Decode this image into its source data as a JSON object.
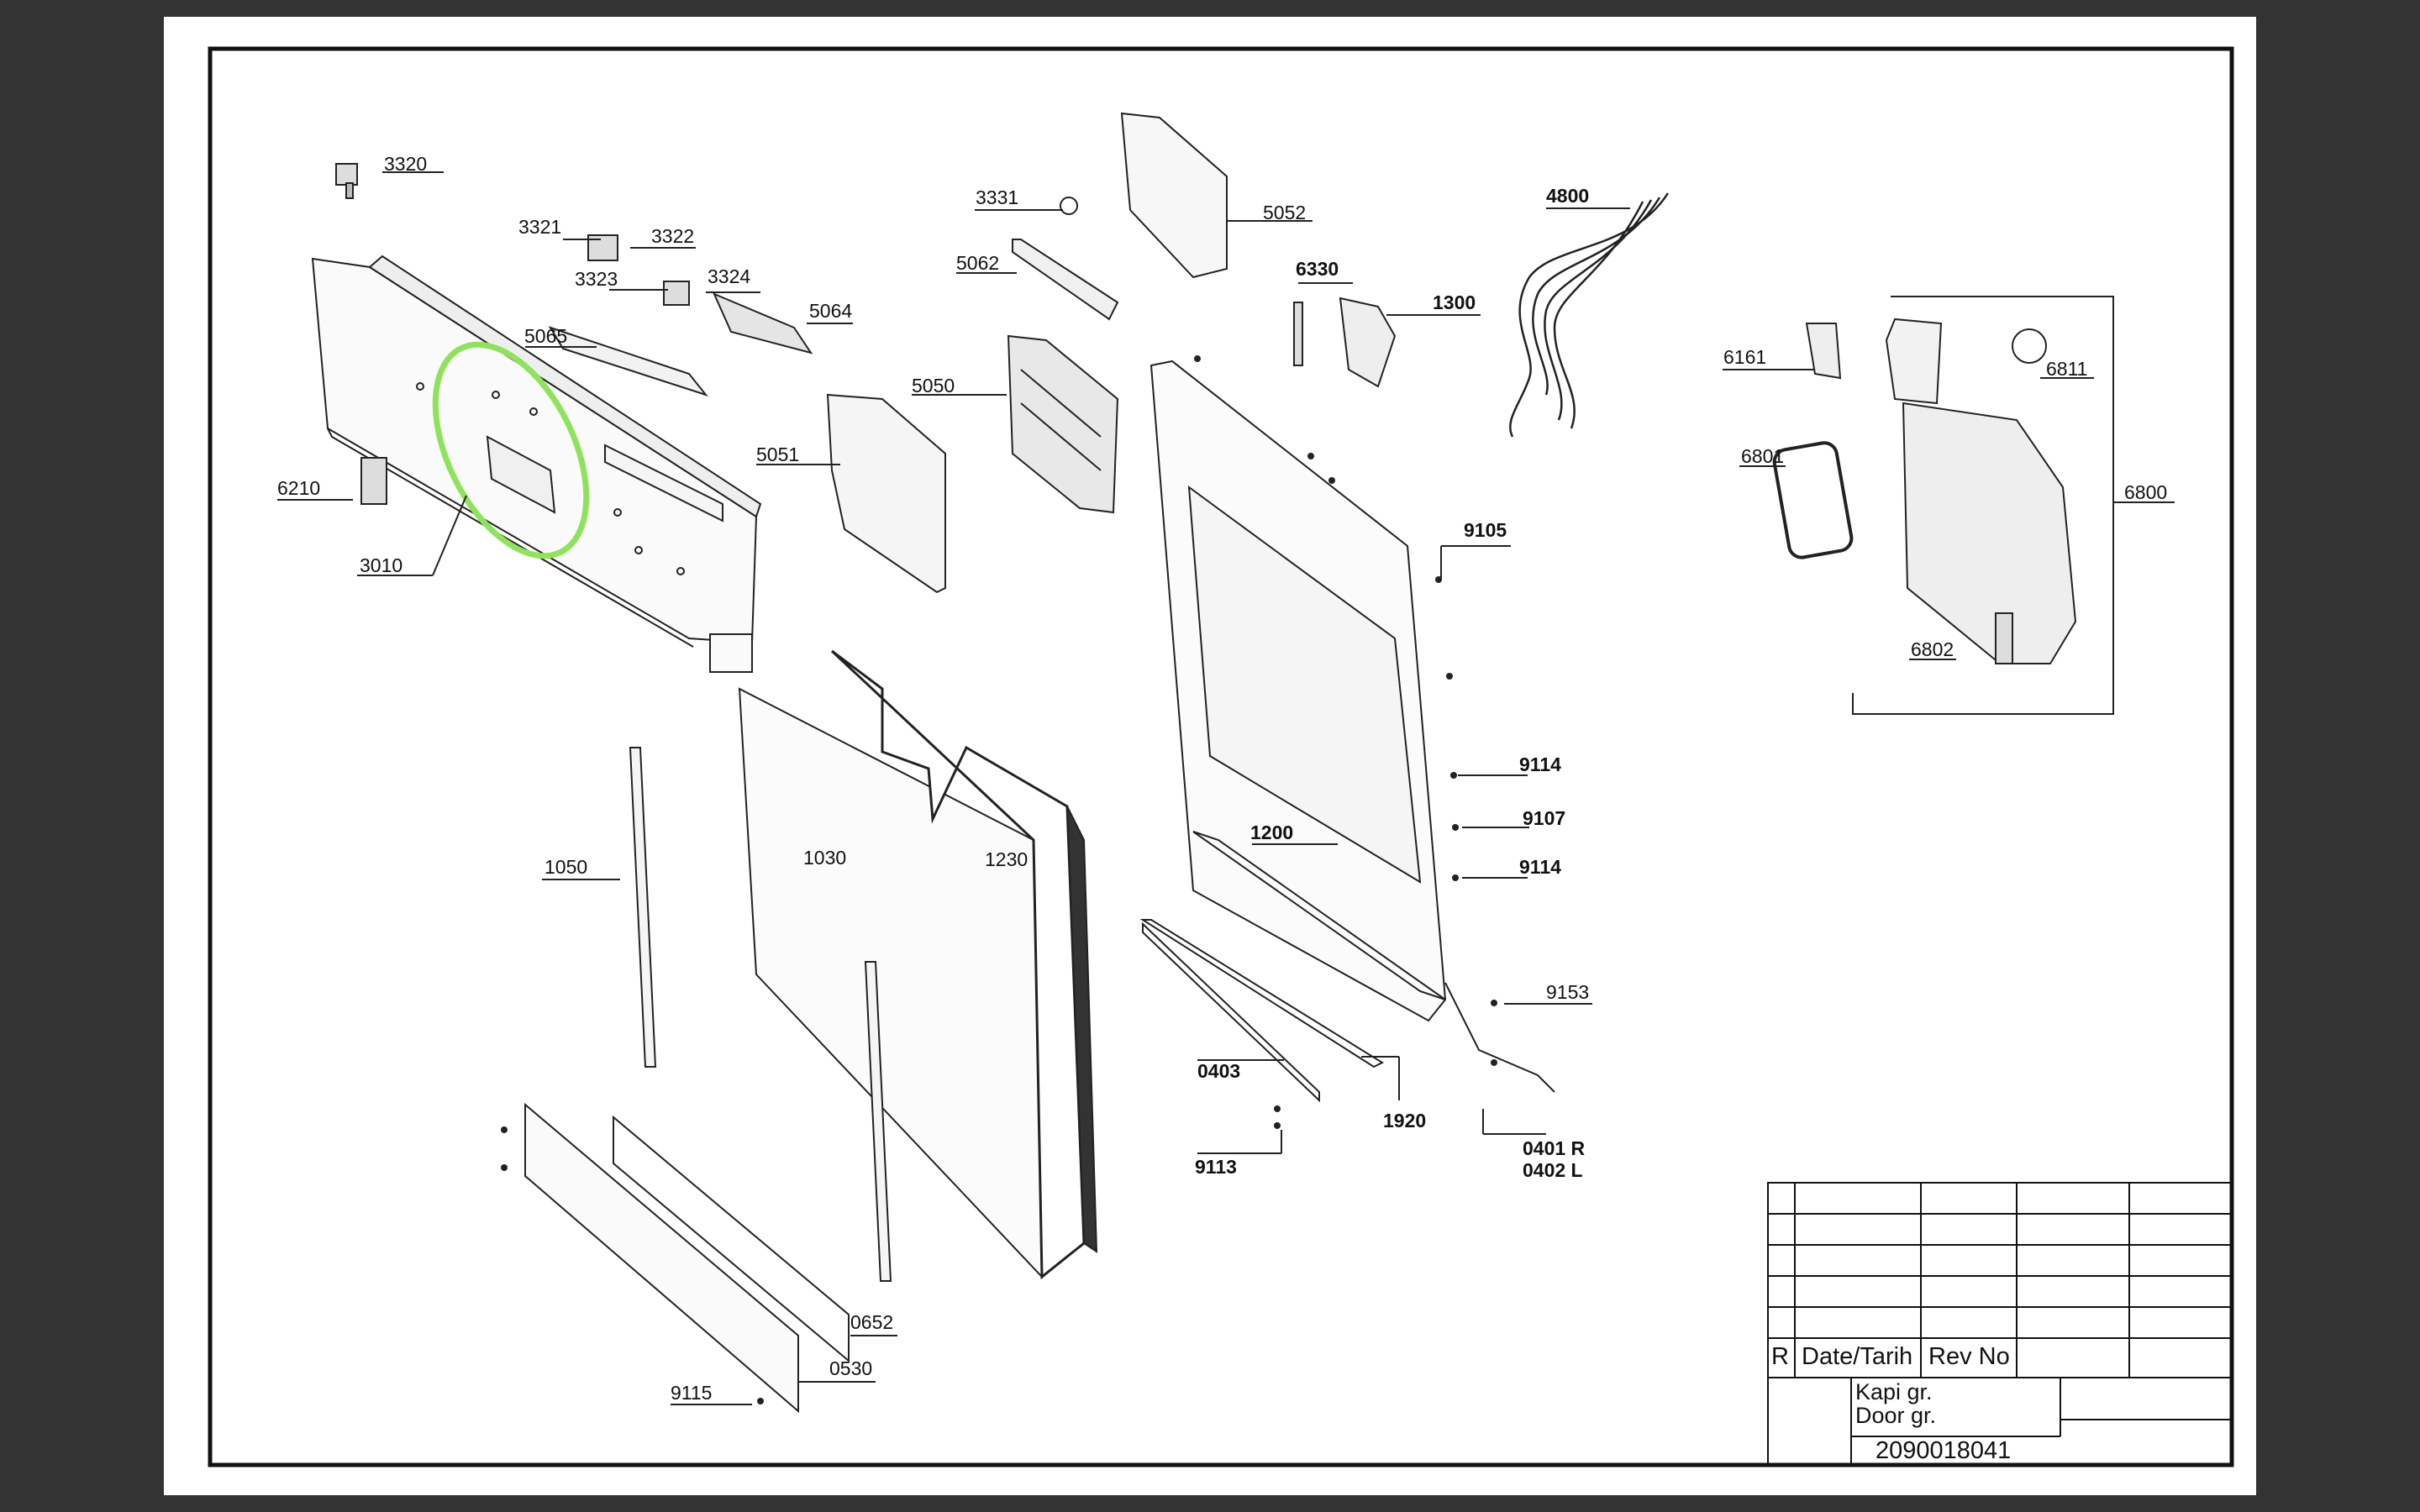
{
  "callouts": [
    {
      "id": "c3320",
      "text": "3320",
      "bold": false
    },
    {
      "id": "c3321",
      "text": "3321",
      "bold": false
    },
    {
      "id": "c3322",
      "text": "3322",
      "bold": false
    },
    {
      "id": "c3323",
      "text": "3323",
      "bold": false
    },
    {
      "id": "c3324",
      "text": "3324",
      "bold": false
    },
    {
      "id": "c5064",
      "text": "5064",
      "bold": false
    },
    {
      "id": "c5065",
      "text": "5065",
      "bold": false
    },
    {
      "id": "c6210",
      "text": "6210",
      "bold": false
    },
    {
      "id": "c3010",
      "text": "3010",
      "bold": false
    },
    {
      "id": "c3331",
      "text": "3331",
      "bold": false
    },
    {
      "id": "c5052",
      "text": "5052",
      "bold": false
    },
    {
      "id": "c5062",
      "text": "5062",
      "bold": false
    },
    {
      "id": "c5050",
      "text": "5050",
      "bold": false
    },
    {
      "id": "c5051",
      "text": "5051",
      "bold": false
    },
    {
      "id": "c6330",
      "text": "6330",
      "bold": true
    },
    {
      "id": "c1300",
      "text": "1300",
      "bold": true
    },
    {
      "id": "c4800",
      "text": "4800",
      "bold": true
    },
    {
      "id": "c6161",
      "text": "6161",
      "bold": false
    },
    {
      "id": "c6811",
      "text": "6811",
      "bold": false
    },
    {
      "id": "c6801",
      "text": "6801",
      "bold": false
    },
    {
      "id": "c6800",
      "text": "6800",
      "bold": false
    },
    {
      "id": "c6802",
      "text": "6802",
      "bold": false
    },
    {
      "id": "c9105",
      "text": "9105",
      "bold": true
    },
    {
      "id": "c9114a",
      "text": "9114",
      "bold": true
    },
    {
      "id": "c9107",
      "text": "9107",
      "bold": true
    },
    {
      "id": "c9114b",
      "text": "9114",
      "bold": true
    },
    {
      "id": "c1200",
      "text": "1200",
      "bold": true
    },
    {
      "id": "c1050",
      "text": "1050",
      "bold": false
    },
    {
      "id": "c1030",
      "text": "1030",
      "bold": false
    },
    {
      "id": "c1230",
      "text": "1230",
      "bold": false
    },
    {
      "id": "c9153",
      "text": "9153",
      "bold": false
    },
    {
      "id": "c0403",
      "text": "0403",
      "bold": true
    },
    {
      "id": "c1920",
      "text": "1920",
      "bold": true
    },
    {
      "id": "c9113",
      "text": "9113",
      "bold": true
    },
    {
      "id": "c0401",
      "text": "0401 R",
      "bold": true
    },
    {
      "id": "c0402",
      "text": "0402 L",
      "bold": true
    },
    {
      "id": "c0652",
      "text": "0652",
      "bold": false
    },
    {
      "id": "c0530",
      "text": "0530",
      "bold": false
    },
    {
      "id": "c9115",
      "text": "9115",
      "bold": false
    }
  ],
  "title_block": {
    "revision_col": "R",
    "date_col": "Date/Tarih",
    "revno_col": "Rev No",
    "title_tr": "Kapi gr.",
    "title_en": "Door gr.",
    "drawing_no": "2090018041"
  },
  "colors": {
    "background": "#333333",
    "sheet": "#ffffff",
    "ink": "#111111",
    "highlight": "#8ee35a"
  }
}
